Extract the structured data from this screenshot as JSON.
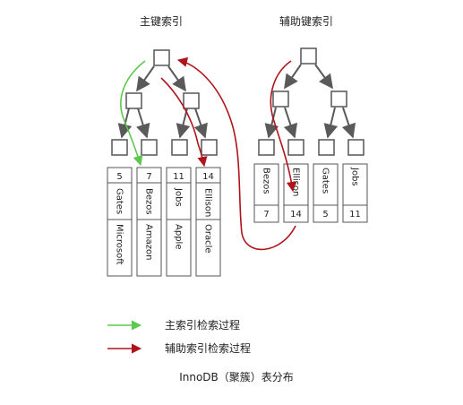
{
  "titles": {
    "primary_index": "主键索引",
    "secondary_index": "辅助键索引"
  },
  "primary_leaves": [
    {
      "id": "5",
      "name": "Gates",
      "company": "Microsoft"
    },
    {
      "id": "7",
      "name": "Bezos",
      "company": "Amazon"
    },
    {
      "id": "11",
      "name": "Jobs",
      "company": "Apple"
    },
    {
      "id": "14",
      "name": "Ellison",
      "company": "Oracle"
    }
  ],
  "secondary_leaves": [
    {
      "name": "Bezos",
      "id": "7"
    },
    {
      "name": "Ellison",
      "id": "14"
    },
    {
      "name": "Gates",
      "id": "5"
    },
    {
      "name": "Jobs",
      "id": "11"
    }
  ],
  "legend": {
    "primary_search": "主索引检索过程",
    "secondary_search": "辅助索引检索过程"
  },
  "caption": "InnoDB（聚簇）表分布",
  "colors": {
    "node_border": "#555555",
    "edge": "#555555",
    "primary_path": "#5cc84e",
    "secondary_path": "#b0141b"
  }
}
